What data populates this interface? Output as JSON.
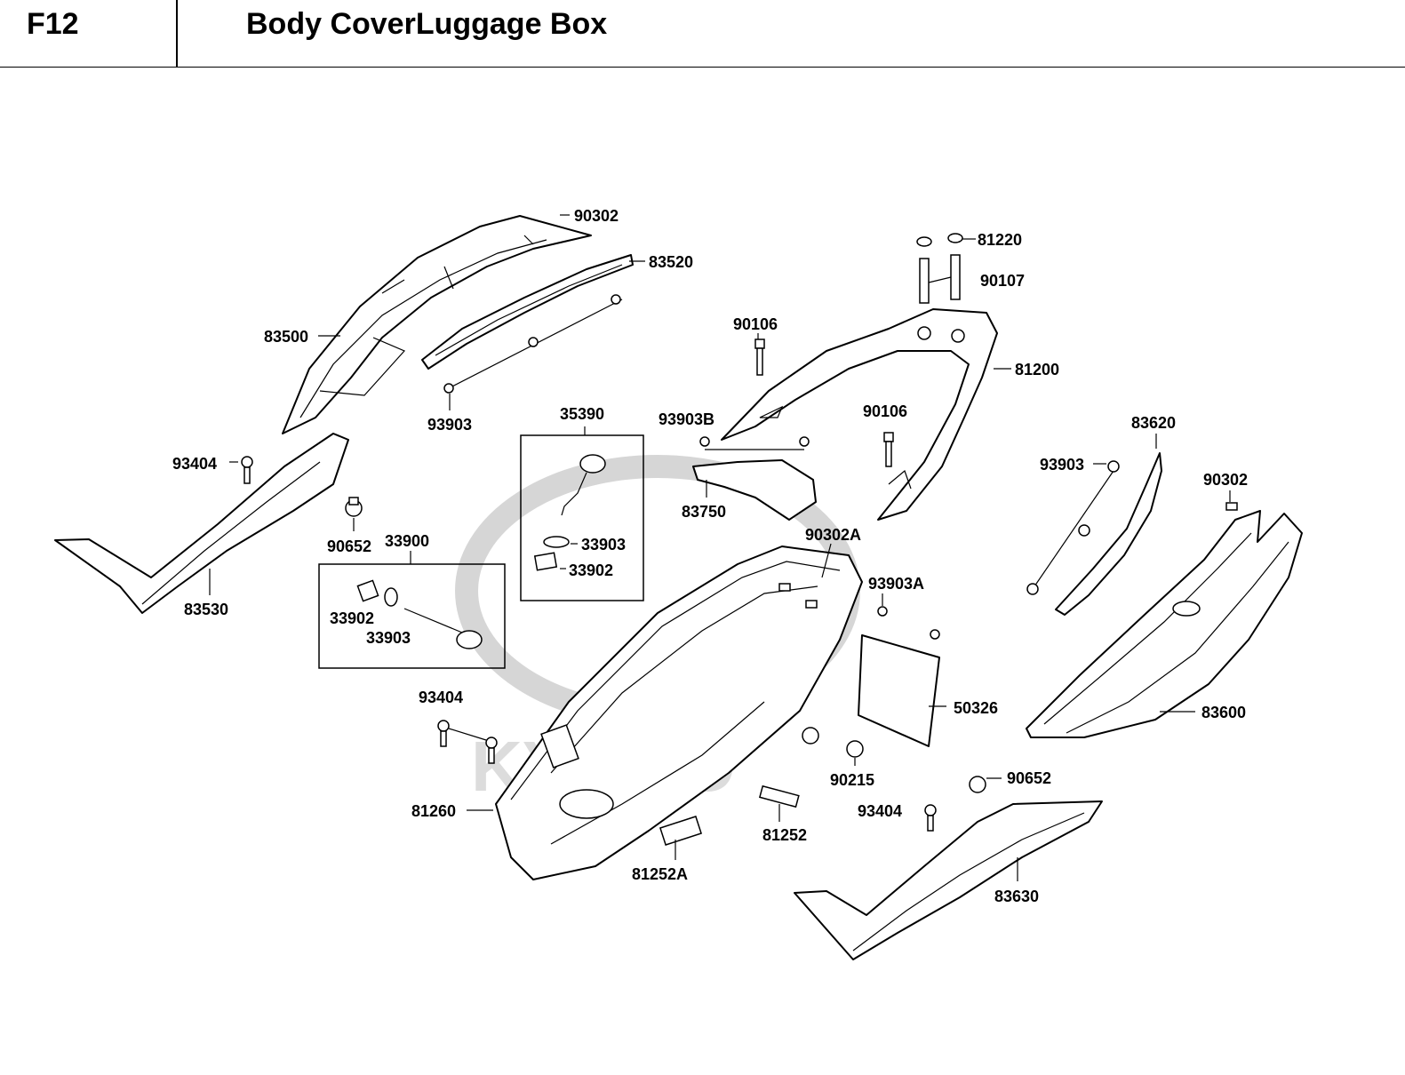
{
  "header": {
    "code": "F12",
    "title": "Body CoverLuggage Box"
  },
  "watermark": {
    "brand": "KYMCO"
  },
  "callouts": [
    "90302",
    "83520",
    "83500",
    "93903",
    "93404",
    "90652",
    "83530",
    "35390",
    "33903",
    "33902",
    "33900",
    "33902",
    "33903",
    "90106",
    "93903B",
    "83750",
    "90106",
    "81220",
    "90107",
    "81200",
    "90302A",
    "93903A",
    "50326",
    "90215",
    "81252",
    "81252A",
    "81260",
    "93404",
    "83620",
    "93903",
    "90302",
    "83600",
    "90652",
    "93404",
    "83630"
  ],
  "colors": {
    "line": "#000000",
    "watermark": "#d6d6d6",
    "background": "#ffffff"
  }
}
